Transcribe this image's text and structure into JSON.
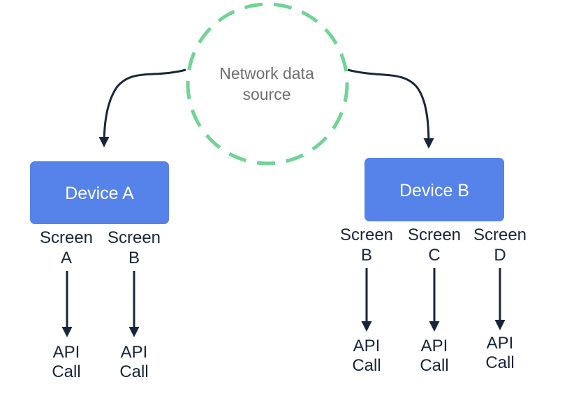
{
  "network": {
    "label_line1": "Network data",
    "label_line2": "source"
  },
  "devices": [
    {
      "label": "Device A",
      "screens": [
        {
          "line1": "Screen",
          "line2": "A",
          "call_line1": "API",
          "call_line2": "Call"
        },
        {
          "line1": "Screen",
          "line2": "B",
          "call_line1": "API",
          "call_line2": "Call"
        }
      ]
    },
    {
      "label": "Device B",
      "screens": [
        {
          "line1": "Screen",
          "line2": "B",
          "call_line1": "API",
          "call_line2": "Call"
        },
        {
          "line1": "Screen",
          "line2": "C",
          "call_line1": "API",
          "call_line2": "Call"
        },
        {
          "line1": "Screen",
          "line2": "D",
          "call_line1": "API",
          "call_line2": "Call"
        }
      ]
    }
  ],
  "colors": {
    "device_fill": "#5583ea",
    "network_ring": "#6fd494",
    "arrow": "#18263a",
    "label_dark": "#18263a",
    "label_gray": "#6e6e6e"
  }
}
